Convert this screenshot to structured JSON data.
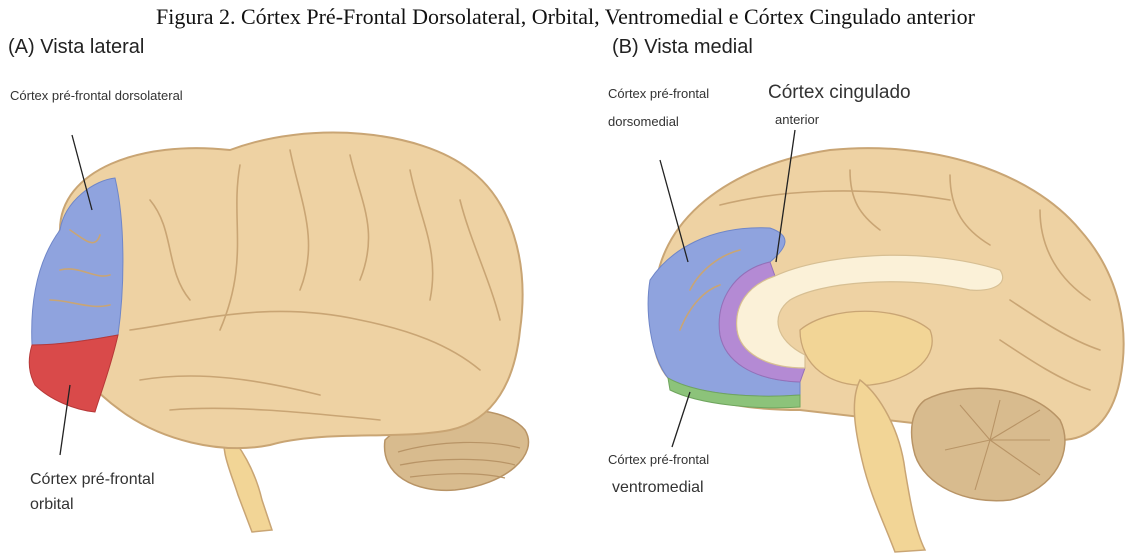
{
  "figure": {
    "caption": "Figura 2. Córtex Pré-Frontal Dorsolateral, Orbital, Ventromedial e Córtex Cingulado anterior"
  },
  "panel_a": {
    "title": "(A) Vista lateral",
    "labels": {
      "dorsolateral": "Córtex pré-frontal dorsolateral",
      "orbital_line1": "Córtex pré-frontal",
      "orbital_line2": "orbital"
    }
  },
  "panel_b": {
    "title": "(B) Vista medial",
    "labels": {
      "dorsomedial_line1": "Córtex pré-frontal",
      "dorsomedial_line2": "dorsomedial",
      "cingulate_line1": "Córtex cingulado",
      "cingulate_line2": "anterior",
      "ventromedial_line1": "Córtex pré-frontal",
      "ventromedial_line2": "ventromedial"
    }
  },
  "colors": {
    "brain": "#eed2a3",
    "brain_outline": "#c9a574",
    "dorsolateral_blue": "#8fa3de",
    "orbital_red": "#d94a4a",
    "cingulate_purple": "#b48ad4",
    "ventromedial_green": "#8cc37a",
    "cerebellum": "#d8bb8e",
    "brainstem": "#f2d596"
  }
}
